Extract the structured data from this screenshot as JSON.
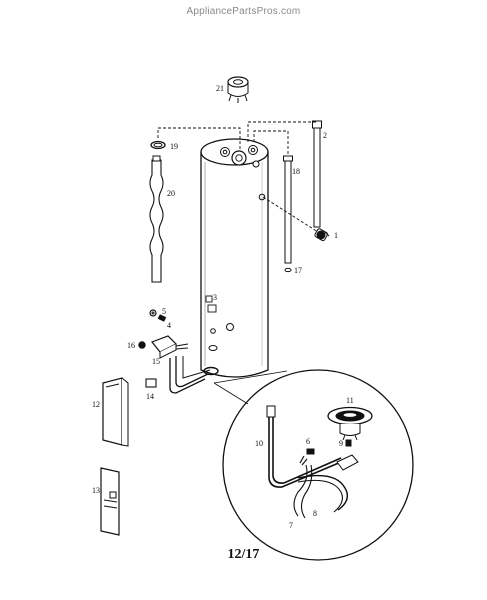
{
  "watermark": "AppliancePartsPros.com",
  "page_number": "12/17",
  "callouts": [
    "1",
    "2",
    "3",
    "4",
    "5",
    "6",
    "7",
    "8",
    "9",
    "10",
    "11",
    "12",
    "13",
    "14",
    "15",
    "16",
    "17",
    "18",
    "19",
    "20",
    "21"
  ]
}
